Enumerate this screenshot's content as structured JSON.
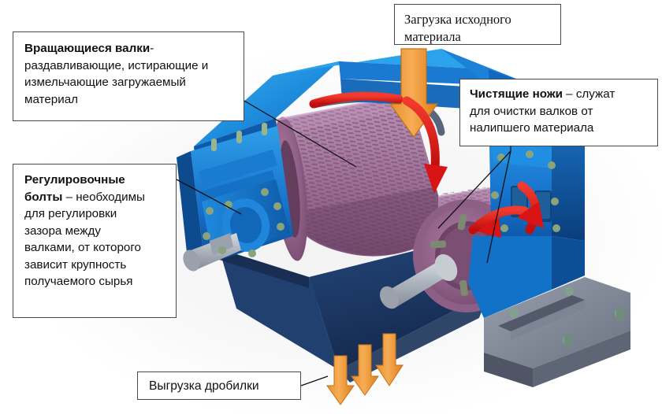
{
  "diagram": {
    "title": "Валковая дробилка — схема работы",
    "subject": "roll-crusher",
    "background_color": "#ffffff"
  },
  "callouts": {
    "rollers": {
      "name": "rotating-rolls",
      "bold_lead": "Вращающиеся валки",
      "line1_rest": "-",
      "line2": "раздавливающие, истирающие и",
      "line3": "измельчающие загружаемый",
      "line4": "материал",
      "font": "sans"
    },
    "bolts": {
      "name": "adjusting-bolts",
      "bold_lead1": "Регулировочные",
      "bold_lead2": "болты",
      "line2_rest": " – необходимы",
      "line3": "для регулировки",
      "line4": "зазора между",
      "line5": "валками, от которого",
      "line6": "зависит крупность",
      "line7": "получаемого сырья",
      "font": "sans"
    },
    "feed": {
      "name": "feed-material",
      "line1": "Загрузка исходного",
      "line2": "материала",
      "font": "serif"
    },
    "knives": {
      "name": "cleaning-knives",
      "bold_lead": "Чистящие ножи",
      "line1_rest": " – служат",
      "line2": "для очистки валков от",
      "line3": "налипшего материала",
      "font": "sans"
    },
    "discharge": {
      "name": "crusher-discharge",
      "line1": "Выгрузка дробилки",
      "font": "sans"
    }
  },
  "arrows": {
    "feed_arrow": {
      "name": "feed-down-arrow",
      "color": "#eb9440",
      "direction": "down",
      "count": 1
    },
    "discharge_arrows": {
      "name": "discharge-down-arrows",
      "color": "#f39a34",
      "direction": "down",
      "count": 3
    },
    "rotation_arrows": {
      "name": "roll-rotation-arrows",
      "color": "#e01b1b",
      "count": 3,
      "meaning": "counter-rotation of rolls"
    }
  },
  "colors": {
    "frame_blue_light": "#2a9ae8",
    "frame_blue": "#1474cf",
    "frame_blue_dark": "#0d4f96",
    "chute_navy": "#1b3a63",
    "roller_mauve": "#a87ba4",
    "roller_mauve_dark": "#8d5d84",
    "base_grey": "#6f7584",
    "shaft_grey": "#b9bfc7",
    "bolt_green": "#7f9a6e",
    "arrow_orange": "#f0982f",
    "arrow_red": "#e01b1b",
    "callout_border": "#4a4a4a"
  }
}
